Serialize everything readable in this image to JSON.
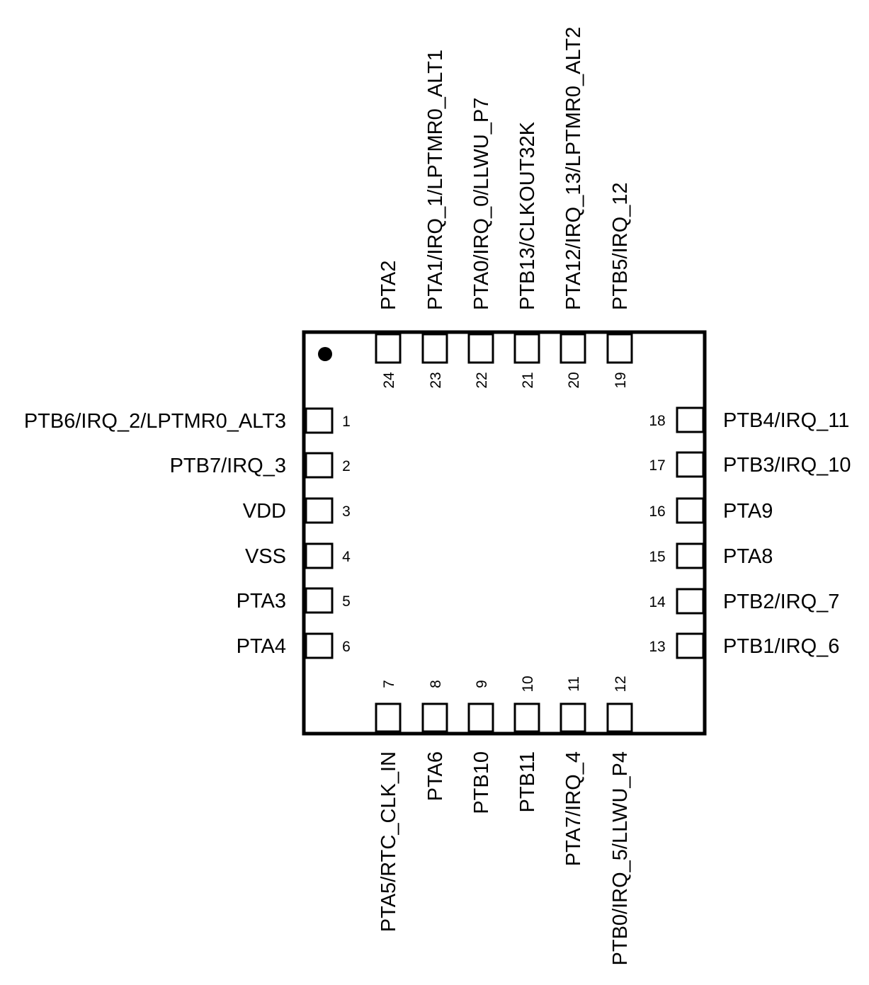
{
  "package": {
    "pin1_marker": "pin-1-dot"
  },
  "pins": {
    "left": [
      {
        "number": "1",
        "name": "PTB6/IRQ_2/LPTMR0_ALT3"
      },
      {
        "number": "2",
        "name": "PTB7/IRQ_3"
      },
      {
        "number": "3",
        "name": "VDD"
      },
      {
        "number": "4",
        "name": "VSS"
      },
      {
        "number": "5",
        "name": "PTA3"
      },
      {
        "number": "6",
        "name": "PTA4"
      }
    ],
    "bottom": [
      {
        "number": "7",
        "name": "PTA5/RTC_CLK_IN"
      },
      {
        "number": "8",
        "name": "PTA6"
      },
      {
        "number": "9",
        "name": "PTB10"
      },
      {
        "number": "10",
        "name": "PTB11"
      },
      {
        "number": "11",
        "name": "PTA7/IRQ_4"
      },
      {
        "number": "12",
        "name": "PTB0/IRQ_5/LLWU_P4"
      }
    ],
    "right": [
      {
        "number": "13",
        "name": "PTB1/IRQ_6"
      },
      {
        "number": "14",
        "name": "PTB2/IRQ_7"
      },
      {
        "number": "15",
        "name": "PTA8"
      },
      {
        "number": "16",
        "name": "PTA9"
      },
      {
        "number": "17",
        "name": "PTB3/IRQ_10"
      },
      {
        "number": "18",
        "name": "PTB4/IRQ_11"
      }
    ],
    "top": [
      {
        "number": "19",
        "name": "PTB5/IRQ_12"
      },
      {
        "number": "20",
        "name": "PTA12/IRQ_13/LPTMR0_ALT2"
      },
      {
        "number": "21",
        "name": "PTB13/CLKOUT32K"
      },
      {
        "number": "22",
        "name": "PTA0/IRQ_0/LLWU_P7"
      },
      {
        "number": "23",
        "name": "PTA1/IRQ_1/LPTMR0_ALT1"
      },
      {
        "number": "24",
        "name": "PTA2"
      }
    ]
  }
}
